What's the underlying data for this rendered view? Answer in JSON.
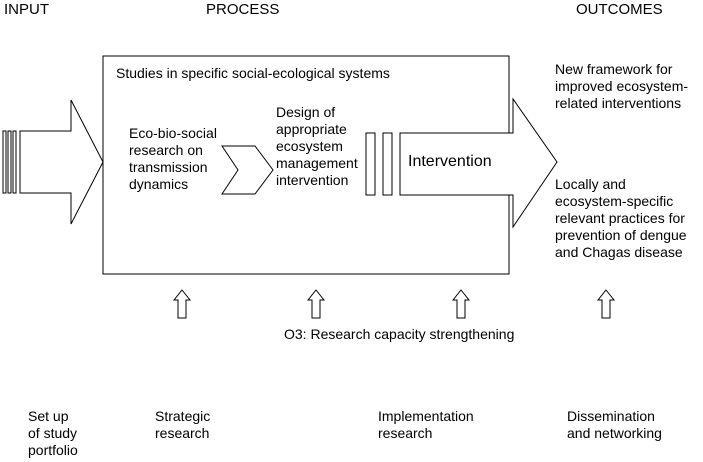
{
  "headers": {
    "input": "INPUT",
    "process": "PROCESS",
    "outcomes": "OUTCOMES"
  },
  "process_box": {
    "title": "Studies in specific social-ecological systems"
  },
  "steps": {
    "eco_bio_social": [
      "Eco-bio-social",
      "research on",
      "transmission",
      "dynamics"
    ],
    "design": [
      "Design of",
      "appropriate",
      "ecosystem",
      "management",
      "intervention"
    ],
    "intervention": "Intervention"
  },
  "outcomes": {
    "framework": [
      "New framework for",
      "improved ecosystem-",
      "related interventions"
    ],
    "practices": [
      "Locally and",
      "ecosystem-specific",
      "relevant practices for",
      "prevention of dengue",
      "and Chagas disease"
    ]
  },
  "capacity": "O3: Research capacity strengthening",
  "footer": {
    "study_portfolio": [
      "Set up",
      "of study",
      "portfolio"
    ],
    "strategic": [
      "Strategic",
      "research"
    ],
    "implementation": [
      "Implementation",
      "research"
    ],
    "dissemination": [
      "Dissemination",
      "and networking"
    ]
  },
  "colors": {
    "line": "#000000",
    "background": "#ffffff"
  }
}
